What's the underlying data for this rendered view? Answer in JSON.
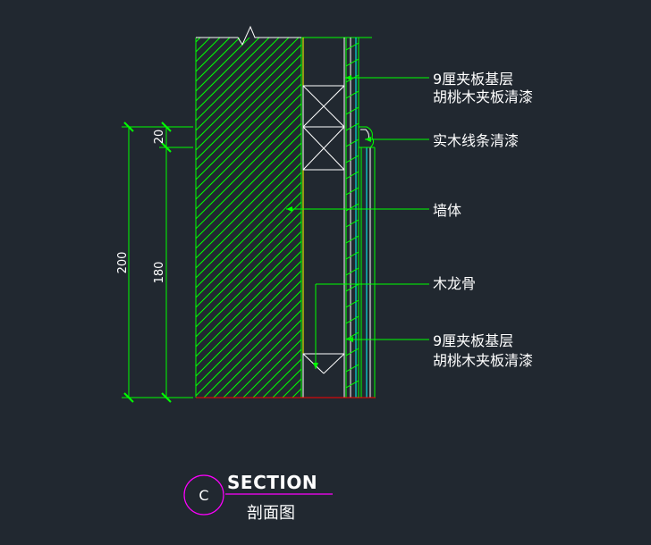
{
  "colors": {
    "background": "#212830",
    "linework": "#00ff00",
    "white": "#ffffff",
    "cyan": "#00ffff",
    "yellow": "#ffff00",
    "red": "#ff0000",
    "magenta": "#ff00ff"
  },
  "callouts": {
    "top_line1": "9厘夹板基层",
    "top_line2": "胡桃木夹板清漆",
    "molding": "实木线条清漆",
    "wall": "墙体",
    "keel": "木龙骨",
    "bottom_line1": "9厘夹板基层",
    "bottom_line2": "胡桃木夹板清漆"
  },
  "dimensions": {
    "total": "200",
    "upper": "20",
    "lower": "180"
  },
  "title_block": {
    "tag": "C",
    "main": "SECTION",
    "sub": "剖面图"
  }
}
